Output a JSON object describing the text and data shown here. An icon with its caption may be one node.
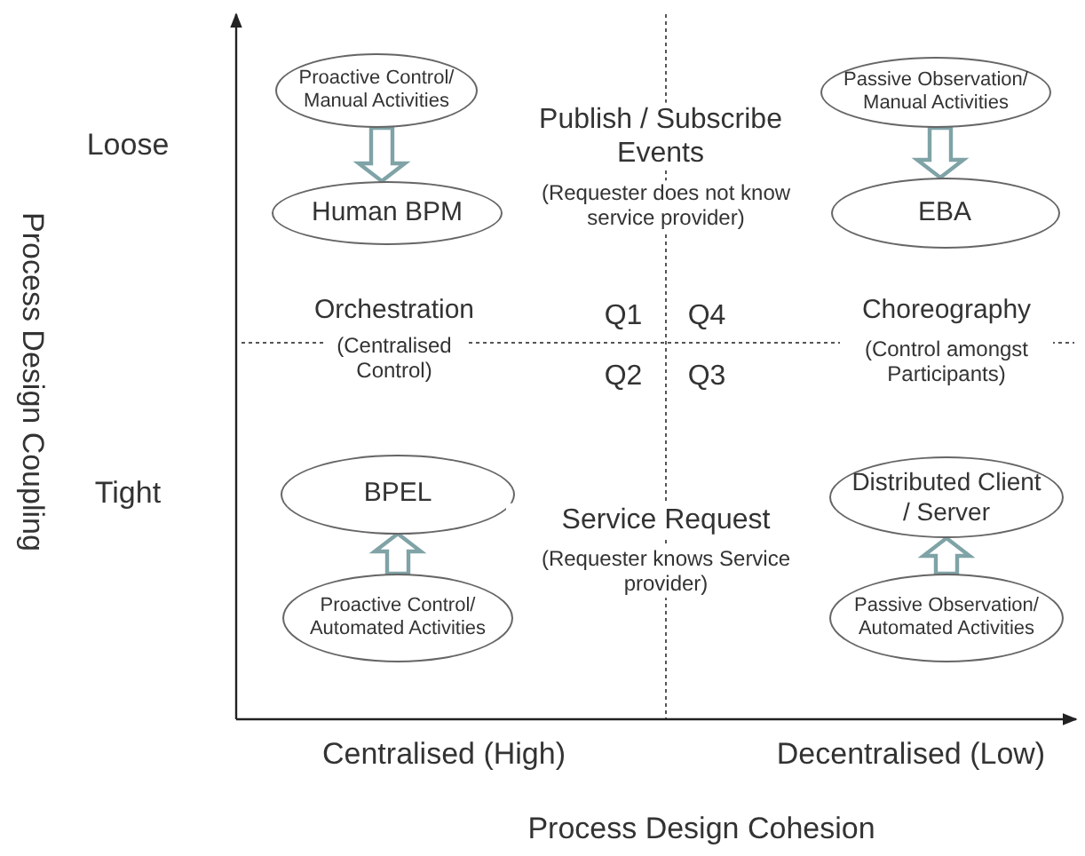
{
  "diagram": {
    "nodes": [
      {
        "text": [
          "Proactive Control/ Manual Activities"
        ]
      },
      {
        "text": [
          "Human BPM"
        ]
      },
      {
        "text": [
          "Passive Observation/ Manual Activities"
        ]
      },
      {
        "text": [
          "EBA"
        ]
      },
      {
        "text": [
          "BPEL"
        ]
      },
      {
        "text": [
          "Proactive Control/ Automated Activities"
        ]
      },
      {
        "text": [
          "Distributed Client / Server"
        ]
      },
      {
        "text": [
          "Passive Observation/ Automated Activities"
        ]
      }
    ],
    "edges": [
      {
        "from": 0,
        "to": 1,
        "arrow": "to",
        "style": "thick"
      },
      {
        "from": 2,
        "to": 3,
        "arrow": "to",
        "style": "thick"
      },
      {
        "from": 5,
        "to": 4,
        "arrow": "to",
        "style": "thick"
      },
      {
        "from": 7,
        "to": 6,
        "arrow": "to",
        "style": "thick"
      }
    ],
    "labels": [
      "Loose",
      "Publish / Subscribe Events",
      "(Requester does not know service provider)",
      "Orchestration",
      "(Centralised Control)",
      "Q1",
      "Q4",
      "Choreography",
      "(Control amongst Participants)",
      "Q2",
      "Q3",
      "Tight",
      "Service Request",
      "(Requester knows Service provider)",
      "Process Design Coupling",
      "Centralised (High)",
      "Decentralised (Low)",
      "Process Design Cohesion"
    ]
  }
}
